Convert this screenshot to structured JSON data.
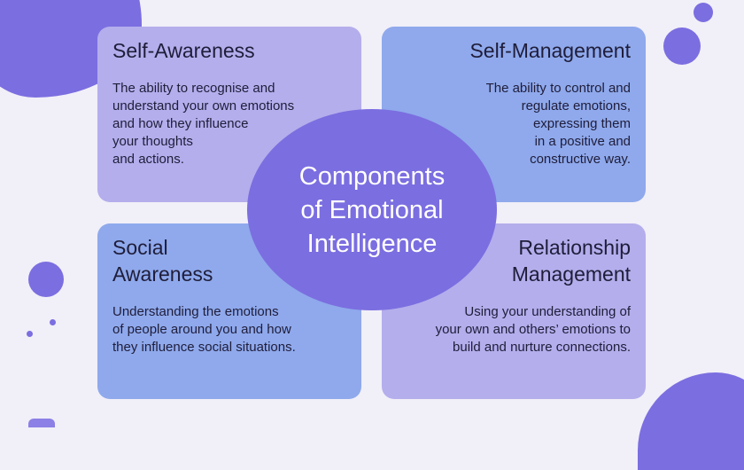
{
  "center": {
    "title": "Components\nof Emotional\nIntelligence"
  },
  "components": [
    {
      "title": "Self-Awareness",
      "description": "The ability to recognise and\nunderstand your own emotions\nand how they influence\nyour thoughts\nand actions."
    },
    {
      "title": "Self-Management",
      "description": "The ability to control and\nregulate emotions,\nexpressing them\nin a positive and\nconstructive way."
    },
    {
      "title": "Social\nAwareness",
      "description": "Understanding the emotions\nof people around you and how\nthey influence social situations."
    },
    {
      "title": "Relationship\nManagement",
      "description": "Using your understanding of\nyour own and others’ emotions to\nbuild and nurture connections."
    }
  ],
  "colors": {
    "accent": "#7b6ee0",
    "lavender_card": "#b4aeec",
    "blue_card": "#8fa9ec",
    "background": "#f1eff8",
    "text": "#1f1d3a"
  }
}
